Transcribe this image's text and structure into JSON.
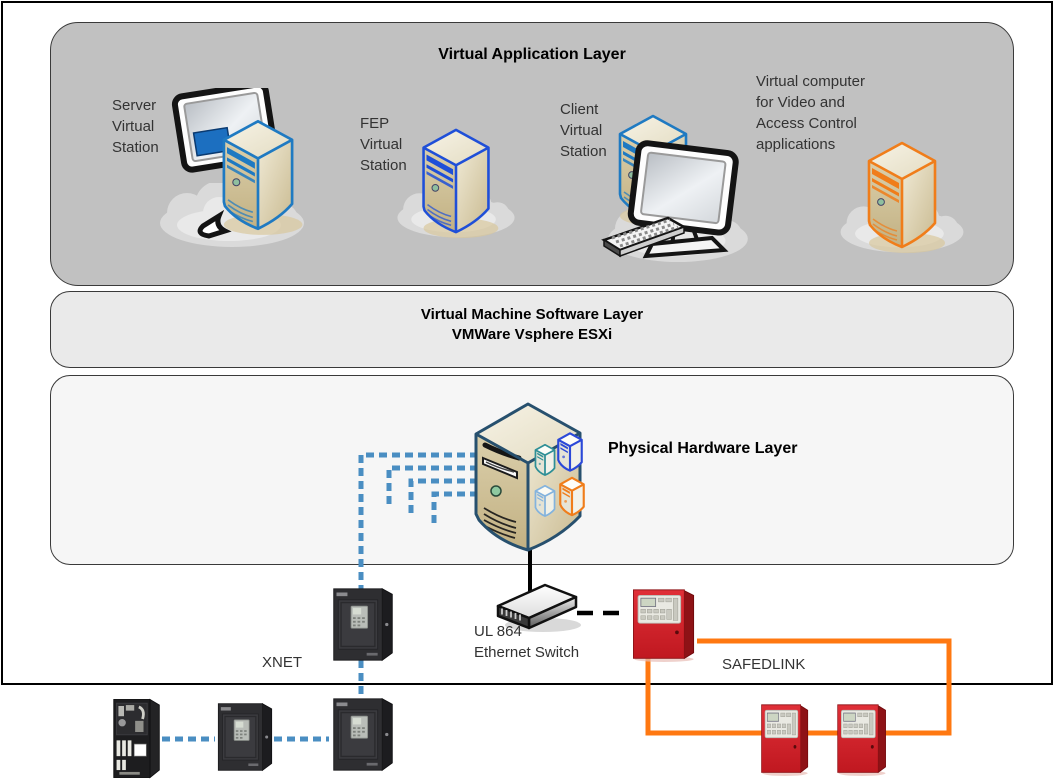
{
  "layers": {
    "application": {
      "title": "Virtual Application Layer"
    },
    "vm_software": {
      "title_line1": "Virtual Machine Software Layer",
      "title_line2": "VMWare Vsphere ESXi"
    },
    "physical": {
      "title": "Physical Hardware Layer"
    }
  },
  "nodes": {
    "server_station": {
      "label": "Server\nVirtual\nStation"
    },
    "fep_station": {
      "label": "FEP\nVirtual\nStation"
    },
    "client_station": {
      "label": "Client\nVirtual\nStation"
    },
    "video_access_computer": {
      "label": "Virtual computer\nfor Video and\nAccess Control\napplications"
    },
    "ethernet_switch": {
      "label": "UL 864\nEthernet Switch"
    }
  },
  "networks": {
    "xnet": {
      "label": "XNET",
      "line_color": "#4a8ec2"
    },
    "safedlink": {
      "label": "SAFEDLINK",
      "line_color": "#ff7811"
    }
  },
  "colors": {
    "app_layer_bg": "#c1c1c1",
    "vm_layer_bg": "#eaeaea",
    "hw_layer_bg": "#f6f6f6",
    "virtual_tower_outline": "#1f7ac2",
    "video_tower_outline": "#f07d1a",
    "red_panel": "#d1202a",
    "black_panel": "#2e2e31"
  }
}
